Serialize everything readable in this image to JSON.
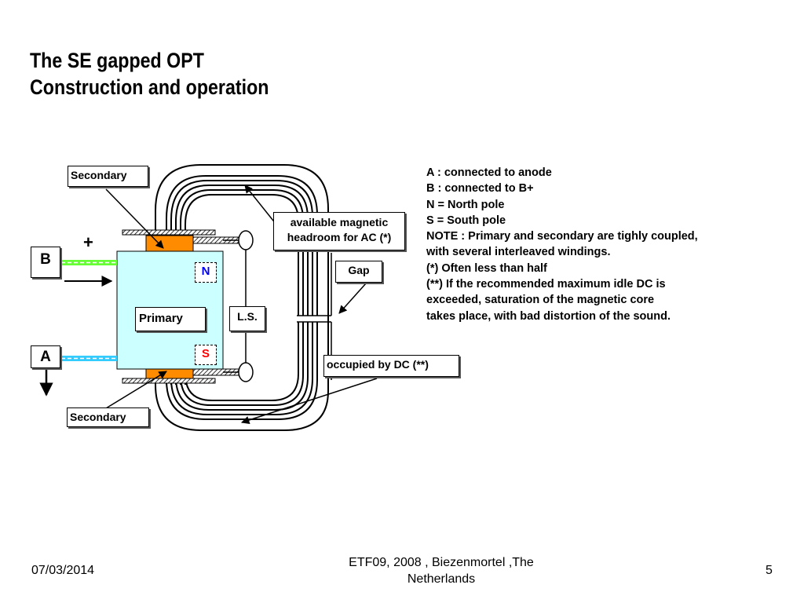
{
  "slide": {
    "title_line1": "The SE gapped OPT",
    "title_line2": "Construction and operation"
  },
  "diagram": {
    "secondary_top": "Secondary",
    "secondary_bottom": "Secondary",
    "primary": "Primary",
    "pole_n": "N",
    "pole_s": "S",
    "terminal_b": "B",
    "terminal_a": "A",
    "plus_sign": "+",
    "ls_label": "L.S.",
    "gap_label": "Gap",
    "headroom_line1": "available magnetic",
    "headroom_line2": "headroom for AC (*)",
    "dc_label": "occupied by DC (**)",
    "colors": {
      "core_line": "#000000",
      "bobbin": "#ff8c00",
      "primary_fill": "#ccffff",
      "wire_b": "#66ff33",
      "wire_a": "#33ccff",
      "pole_n": "#0000ff",
      "pole_s": "#ff0000"
    }
  },
  "notes": [
    "A : connected to anode",
    "B : connected to B+",
    "N = North pole",
    "S = South pole",
    "NOTE : Primary and secondary are tighly coupled,",
    "with several interleaved windings.",
    "(*) Often less than half",
    "(**) If the recommended maximum idle DC is",
    "exceeded, saturation of the magnetic core",
    "takes place, with bad distortion of the sound."
  ],
  "footer": {
    "date": "07/03/2014",
    "event_line1": "ETF09, 2008 , Biezenmortel ,The",
    "event_line2": "Netherlands",
    "page_number": "5"
  }
}
